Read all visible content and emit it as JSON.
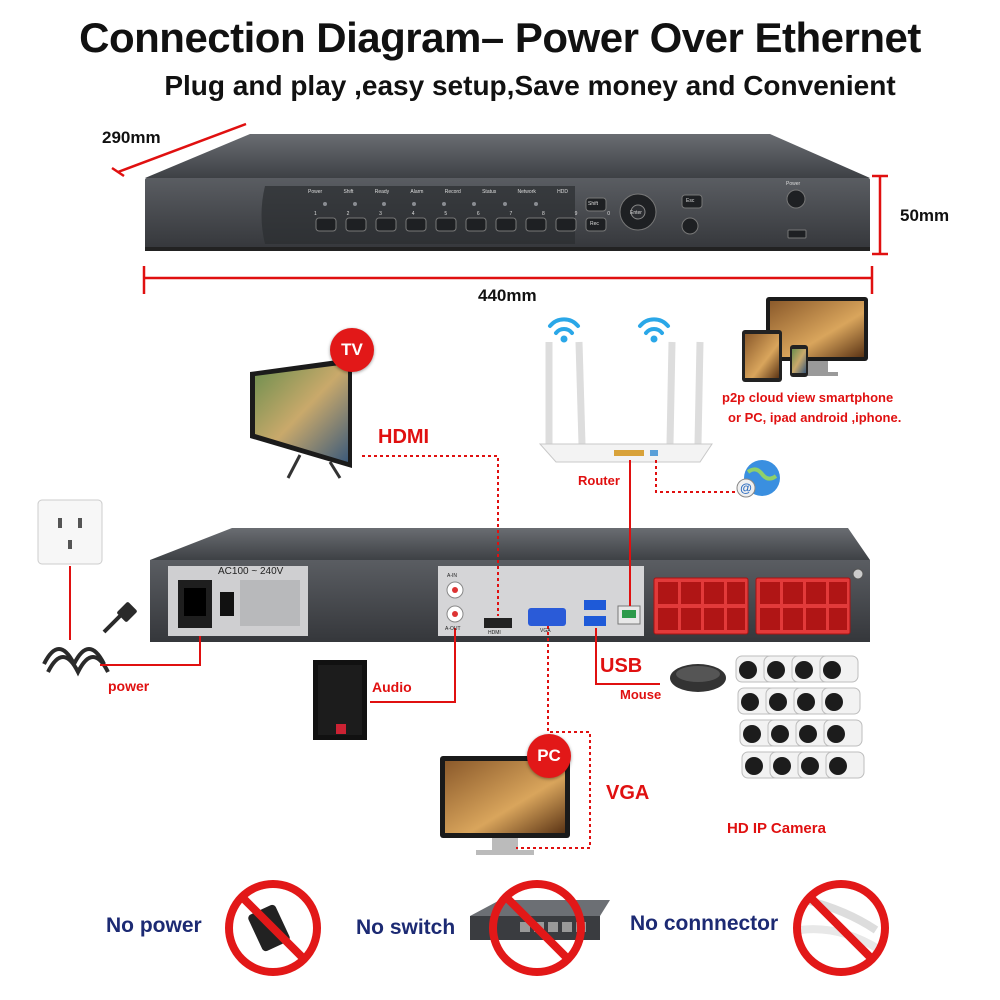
{
  "title": "Connection Diagram– Power Over Ethernet",
  "subtitle": "Plug and play ,easy setup,Save money and Convenient",
  "dimensions": {
    "depth": "290mm",
    "height": "50mm",
    "width": "440mm"
  },
  "front_panel": {
    "indicators": [
      "Power",
      "Shift",
      "Ready",
      "Alarm",
      "Record",
      "Status",
      "Network",
      "HDD"
    ],
    "numbers": [
      "1",
      "2",
      "3",
      "4",
      "5",
      "6",
      "7",
      "8",
      "9",
      "0"
    ],
    "buttons": {
      "shift": "Shift",
      "rec": "Rec",
      "esc": "Esc",
      "enter": "Enter",
      "power": "Power"
    }
  },
  "rear_panel": {
    "voltage": "AC100 ~ 240V",
    "ports": {
      "audio_in": "A-IN",
      "audio_out": "A-OUT",
      "hdmi": "HDMI",
      "vga": "VGA"
    }
  },
  "connections": {
    "tv_badge": "TV",
    "hdmi": "HDMI",
    "router": "Router",
    "p2p": [
      "p2p cloud  view smartphone",
      "or PC, ipad android ,iphone."
    ],
    "power": "power",
    "audio": "Audio",
    "usb": "USB",
    "mouse": "Mouse",
    "pc_badge": "PC",
    "vga": "VGA",
    "camera": "HD IP Camera"
  },
  "footer": {
    "no_power": "No power",
    "no_switch": "No switch",
    "no_connector": "No connnector"
  },
  "colors": {
    "connector_red": "#e01010",
    "device_gray": "#4a4d52",
    "footer_navy": "#1c2a73",
    "forbid_red": "#e21818"
  }
}
